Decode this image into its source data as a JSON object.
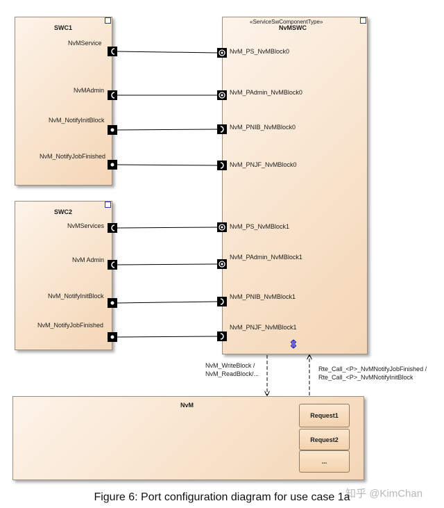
{
  "swc1": {
    "title": "SWC1",
    "ports": [
      "NvMService",
      "NvMAdmin",
      "NvM_NotifyInitBlock",
      "NvM_NotifyJobFinished"
    ]
  },
  "swc2": {
    "title": "SWC2",
    "ports": [
      "NvMServices",
      "NvM Admin",
      "NvM_NotifyInitBlock",
      "NvM_NotifyJobFinished"
    ]
  },
  "nvmswc": {
    "stereotype": "«ServiceSwComponentType»",
    "title": "NvMSWC",
    "ports": [
      "NvM_PS_NvMBlock0",
      "NvM_PAdmin_NvMBlock0",
      "NvM_PNIB_NvMBlock0",
      "NvM_PNJF_NvMBlock0",
      "NvM_PS_NvMBlock1",
      "NvM_PAdmin_NvMBlock1",
      "NvM_PNIB_NvMBlock1",
      "NvM_PNJF_NvMBlock1"
    ]
  },
  "nvm": {
    "title": "NvM",
    "requests": [
      "Request1",
      "Request2",
      "..."
    ]
  },
  "arrows": {
    "down_line1": "NvM_WriteBlock /",
    "down_line2": "NvM_ReadBlock/...",
    "up_line1": "Rte_Call_<P>_NvMNotifyJobFinished /",
    "up_line2": "Rte_Call_<P>_NvMNotifyInitBlock"
  },
  "caption": "Figure 6: Port configuration diagram for use case 1a",
  "watermark": "知乎 @KimChan"
}
